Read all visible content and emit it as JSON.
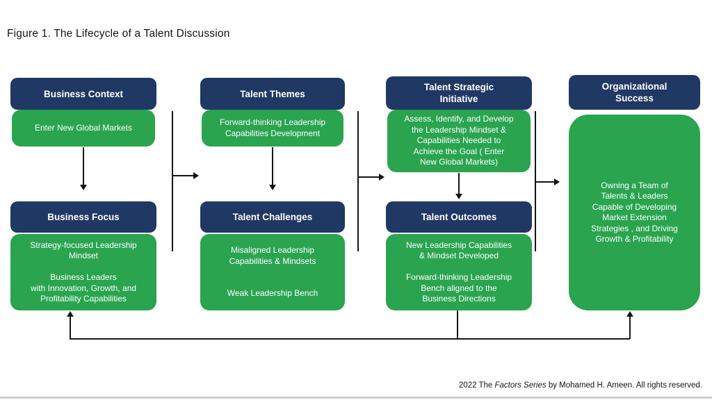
{
  "title": "Figure 1. The Lifecycle of a Talent Discussion",
  "colors": {
    "navy": "#203864",
    "green": "#2AA44F"
  },
  "columns": [
    {
      "top": {
        "header": "Business Context",
        "body": "Enter New Global Markets"
      },
      "bottom": {
        "header": "Business Focus",
        "body": "Strategy-focused Leadership\nMindset\n\nBusiness Leaders\nwith Innovation, Growth, and\nProfitability Capabilities"
      }
    },
    {
      "top": {
        "header": "Talent Themes",
        "body": "Forward-thinking Leadership\nCapabilities Development"
      },
      "bottom": {
        "header": "Talent Challenges",
        "body": "Misaligned Leadership\nCapabilities & Mindsets\n\n\nWeak Leadership Bench"
      }
    },
    {
      "top": {
        "header": "Talent Strategic\nInitiative",
        "body": "Assess, Identify, and Develop\nthe Leadership Mindset &\nCapabilities Needed to\nAchieve the Goal ( Enter\nNew Global Markets)"
      },
      "bottom": {
        "header": "Talent Outcomes",
        "body": "New Leadership Capabilities\n& Mindset Developed\n\nForward-thinking Leadership\nBench aligned to the\nBusiness Directions"
      }
    }
  ],
  "result": {
    "header": "Organizational\nSuccess",
    "body": "Owning a Team of\nTalents & Leaders\nCapable of Developing\nMarket Extension\nStrategies , and Driving\nGrowth & Profitability"
  },
  "footer": {
    "pre": "2022 The ",
    "italic": "Factors Series",
    "post": " by Mohamed H. Ameen. All rights reserved."
  }
}
